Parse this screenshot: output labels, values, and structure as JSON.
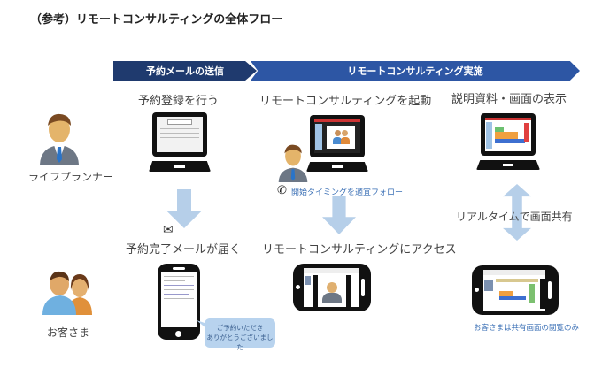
{
  "title": "（参考）リモートコンサルティングの全体フロー",
  "banners": [
    {
      "label": "予約メールの送信",
      "color": "#1f3a6e"
    },
    {
      "label": "リモートコンサルティング実施",
      "color": "#2d56a4"
    }
  ],
  "actors": {
    "planner": "ライフプランナー",
    "customer": "お客さま"
  },
  "steps": {
    "reserve": "予約登録を行う",
    "launch": "リモートコンサルティングを起動",
    "display": "説明資料・画面の表示",
    "mail_arrives": "予約完了メールが届く",
    "access": "リモートコンサルティングにアクセス"
  },
  "notes": {
    "phone_follow": "開始タイミングを適宜フォロー",
    "realtime_share": "リアルタイムで画面共有",
    "view_only": "お客さまは共有画面の閲覧のみ",
    "thanks_bubble_line1": "ご予約いただき",
    "thanks_bubble_line2": "ありがとうございました"
  },
  "colors": {
    "arrow": "#b6cfe9",
    "note_text": "#3a6fb5"
  }
}
